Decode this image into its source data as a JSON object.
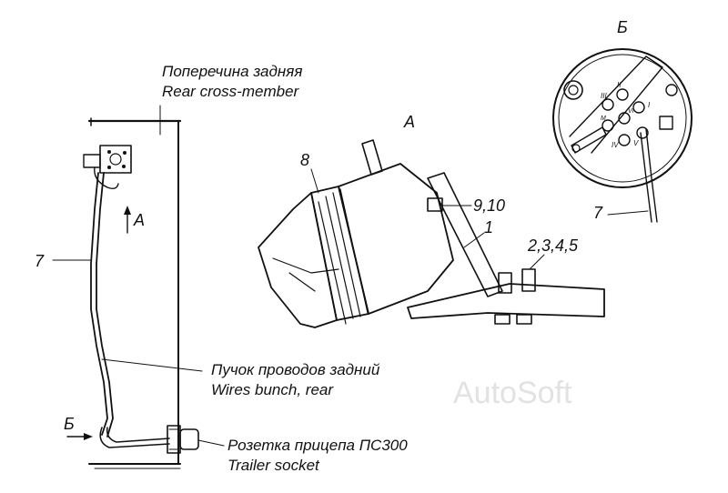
{
  "labels": {
    "rear_cross_member_ru": "Поперечина задняя",
    "rear_cross_member_en": "Rear cross-member",
    "wires_bunch_ru": "Пучок проводов задний",
    "wires_bunch_en": "Wires bunch, rear",
    "trailer_socket_ru": "Розетка прицепа ПС300",
    "trailer_socket_en": "Trailer socket"
  },
  "callouts": {
    "item_7_left": "7",
    "item_8": "8",
    "item_9_10": "9,10",
    "item_1": "1",
    "item_2_5": "2,3,4,5",
    "item_7_view_b": "7"
  },
  "views": {
    "view_a_arrow": "A",
    "view_a_title": "A",
    "view_b_arrow": "Б",
    "view_b_title": "Б"
  },
  "socket_pins": [
    "II",
    "III",
    "I",
    "IV",
    "V",
    "VI",
    "M"
  ],
  "watermark": "AutoSoft"
}
